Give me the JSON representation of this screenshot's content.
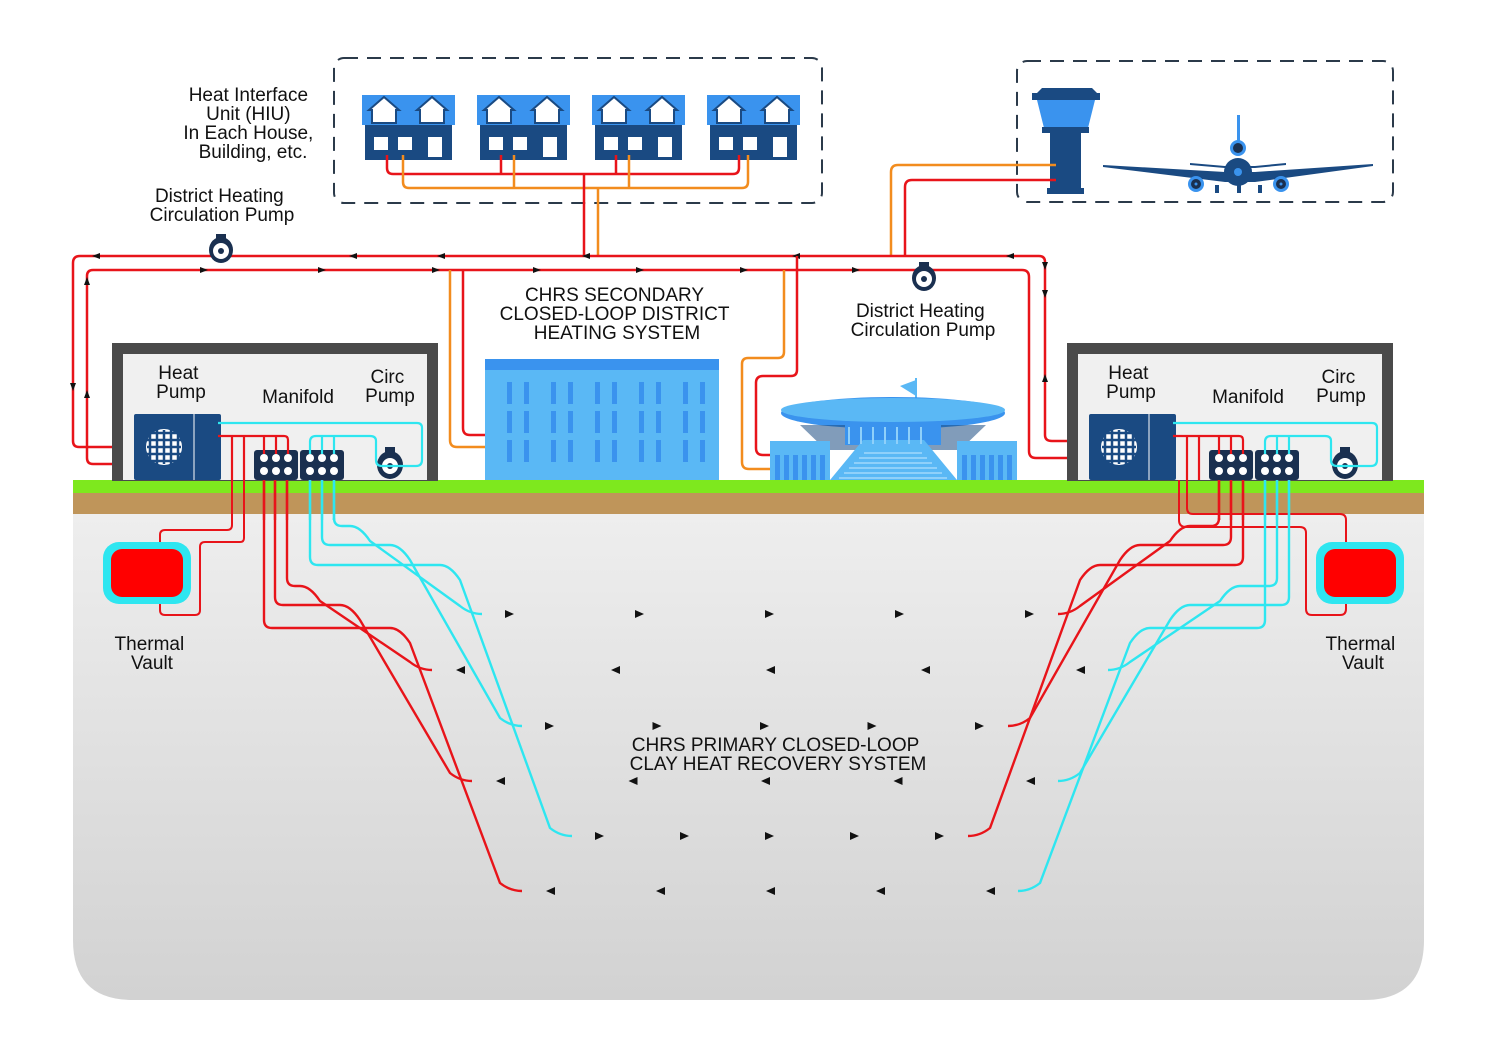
{
  "title": "CHRS District Heating and Clay Heat Recovery Diagram",
  "labels": {
    "hiu": [
      "Heat Interface",
      "Unit (HIU)",
      "In Each House,",
      "Building, etc."
    ],
    "dh_pump_left": [
      "District Heating",
      "Circulation Pump"
    ],
    "dh_pump_right": [
      "District Heating",
      "Circulation Pump"
    ],
    "secondary_system": [
      "CHRS SECONDARY",
      "CLOSED-LOOP DISTRICT",
      "HEATING SYSTEM"
    ],
    "primary_system": [
      "CHRS PRIMARY CLOSED-LOOP",
      "CLAY HEAT RECOVERY SYSTEM"
    ],
    "left_plant": {
      "heat_pump": [
        "Heat",
        "Pump"
      ],
      "manifold": "Manifold",
      "circ_pump": [
        "Circ",
        "Pump"
      ]
    },
    "right_plant": {
      "heat_pump": [
        "Heat",
        "Pump"
      ],
      "manifold": "Manifold",
      "circ_pump": [
        "Circ",
        "Pump"
      ]
    },
    "thermal_vault_left": [
      "Thermal",
      "Vault"
    ],
    "thermal_vault_right": [
      "Thermal",
      "Vault"
    ]
  },
  "icons": {
    "houses": "house-icon",
    "tower": "control-tower-icon",
    "airplane": "airplane-icon",
    "office": "office-building-icon",
    "stadium": "stadium-icon",
    "pump": "pump-icon",
    "heat_pump": "heat-pump-icon",
    "manifold": "manifold-icon",
    "vault": "thermal-vault-icon"
  },
  "colors": {
    "hot": "#e8141a",
    "return": "#f28c1e",
    "cold": "#2ee6f0",
    "navy": "#1a4a82",
    "blue": "#3a93ee",
    "light_blue": "#5ab8f5",
    "grass": "#7ee81e",
    "soil": "#bf955a",
    "ground": "#e6e6e6",
    "plant_wall": "#4a4a4a",
    "plant_floor": "#f0f0f0"
  },
  "house_count": 4
}
